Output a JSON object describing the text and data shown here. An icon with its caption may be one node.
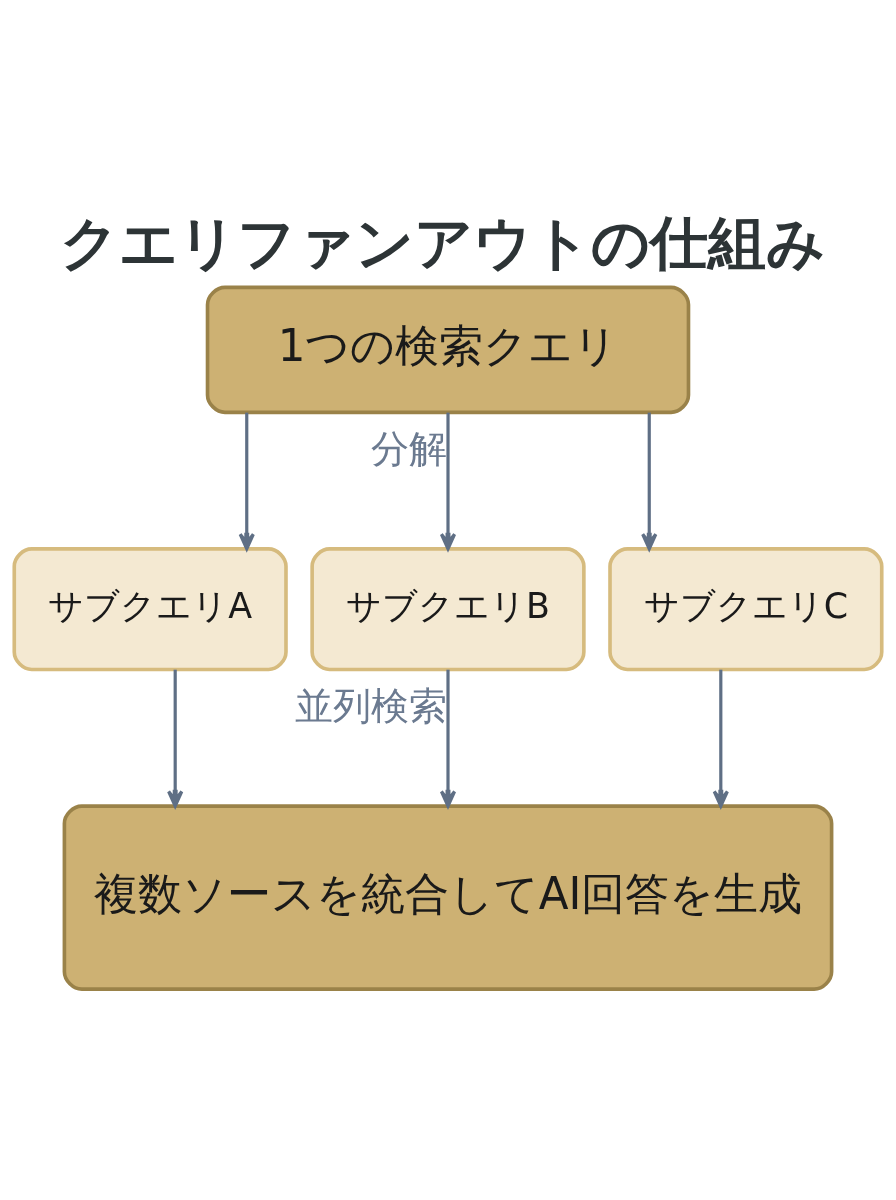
{
  "diagram": {
    "title": "クエリファンアウトの仕組み",
    "nodes": [
      {
        "text": [
          "1つの検索クエリ"
        ]
      },
      {
        "text": [
          "サブクエリA"
        ]
      },
      {
        "text": [
          "サブクエリB"
        ]
      },
      {
        "text": [
          "サブクエリC"
        ]
      },
      {
        "text": [
          "複数ソースを統合してAI回答を生成"
        ]
      }
    ],
    "edges": [
      {
        "from": 0,
        "to": 1,
        "arrow": "to"
      },
      {
        "from": 0,
        "to": 2,
        "arrow": "to",
        "label": "分解"
      },
      {
        "from": 0,
        "to": 3,
        "arrow": "to"
      },
      {
        "from": 1,
        "to": 4,
        "arrow": "to"
      },
      {
        "from": 2,
        "to": 4,
        "arrow": "to",
        "label": "並列検索"
      },
      {
        "from": 3,
        "to": 4,
        "arrow": "to"
      }
    ]
  }
}
